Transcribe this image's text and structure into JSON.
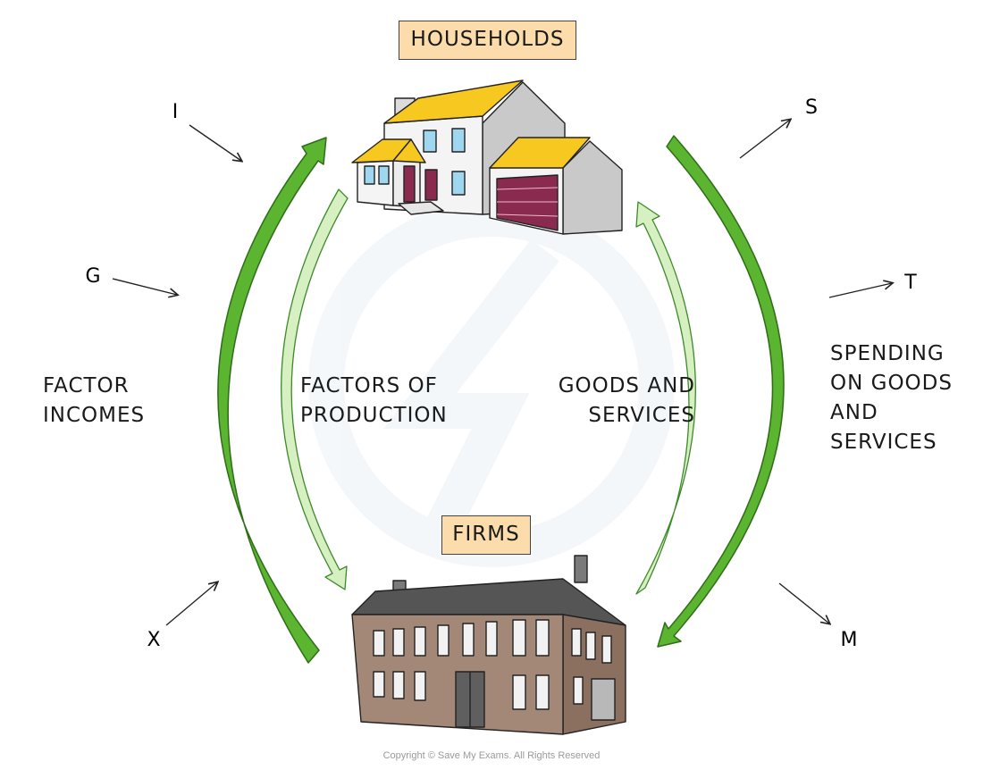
{
  "nodes": {
    "households": "HOUSEHOLDS",
    "firms": "FIRMS"
  },
  "flows": {
    "factor_incomes": [
      "FACTOR",
      "INCOMES"
    ],
    "factors_of_production": [
      "FACTORS OF",
      "PRODUCTION"
    ],
    "goods_and_services": [
      "GOODS AND",
      "SERVICES"
    ],
    "spending": [
      "SPENDING",
      "ON GOODS",
      "AND",
      "SERVICES"
    ]
  },
  "injections": {
    "investment": "I",
    "government": "G",
    "exports": "X"
  },
  "withdrawals": {
    "savings": "S",
    "taxes": "T",
    "imports": "M"
  },
  "copyright": "Copyright © Save My Exams. All Rights Reserved",
  "colors": {
    "money_flow": "#5cb531",
    "real_flow": "#d6f0c2",
    "label_box": "#fbdcaa",
    "roof": "#f7c81f",
    "door": "#8a2a4f",
    "brick": "#8b6f5f"
  }
}
